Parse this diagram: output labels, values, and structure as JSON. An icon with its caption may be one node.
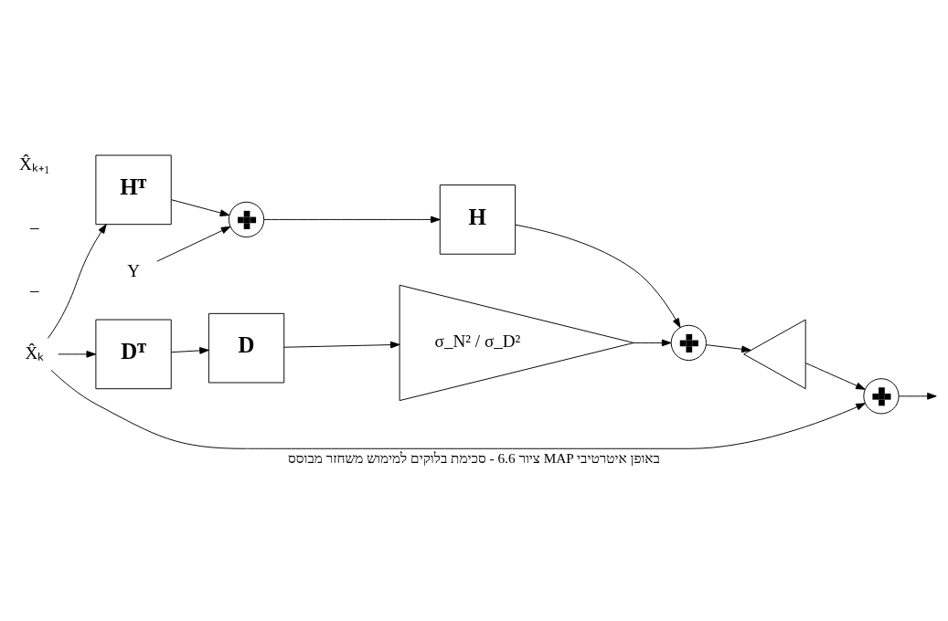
{
  "diagram": {
    "caption": "ציור 6.6 - סכימת בלוקים למימוש משחזר מבוסס MAP באופן איטרטיבי",
    "nodes": [
      {
        "text": [
          "X̂ₖ"
        ]
      },
      {
        "text": [
          "Hᵀ"
        ]
      },
      {
        "text": [
          "Y"
        ]
      },
      {
        "text": [],
        "shape": "circle"
      },
      {
        "text": [
          "H"
        ]
      },
      {
        "text": [
          "Dᵀ"
        ]
      },
      {
        "text": [
          "D"
        ]
      },
      {
        "text": [
          "σ_N² / σ_D²"
        ]
      },
      {
        "text": [],
        "shape": "circle"
      },
      {
        "text": [],
        "shape": "triangle"
      },
      {
        "text": [],
        "shape": "circle"
      }
    ],
    "edges": [
      {
        "from": 0,
        "to": 1,
        "arrow": "to"
      },
      {
        "from": 0,
        "to": 5,
        "arrow": "to"
      },
      {
        "from": 0,
        "to": 10,
        "arrow": "to"
      },
      {
        "from": 1,
        "to": 3,
        "arrow": "to"
      },
      {
        "from": 2,
        "to": 3,
        "arrow": "to"
      },
      {
        "from": 3,
        "to": 4,
        "arrow": "to"
      },
      {
        "from": 4,
        "to": 8,
        "arrow": "to"
      },
      {
        "from": 5,
        "to": 6,
        "arrow": "to"
      },
      {
        "from": 6,
        "to": 7,
        "arrow": "to"
      },
      {
        "from": 7,
        "to": 8,
        "arrow": "to"
      },
      {
        "from": 8,
        "to": 9,
        "arrow": "to"
      },
      {
        "from": 9,
        "to": 10,
        "arrow": "to"
      },
      {
        "from": 10,
        "to": null,
        "arrow": "to"
      }
    ],
    "labels": [
      "–",
      "–",
      "X̂ₖ₊₁"
    ]
  }
}
